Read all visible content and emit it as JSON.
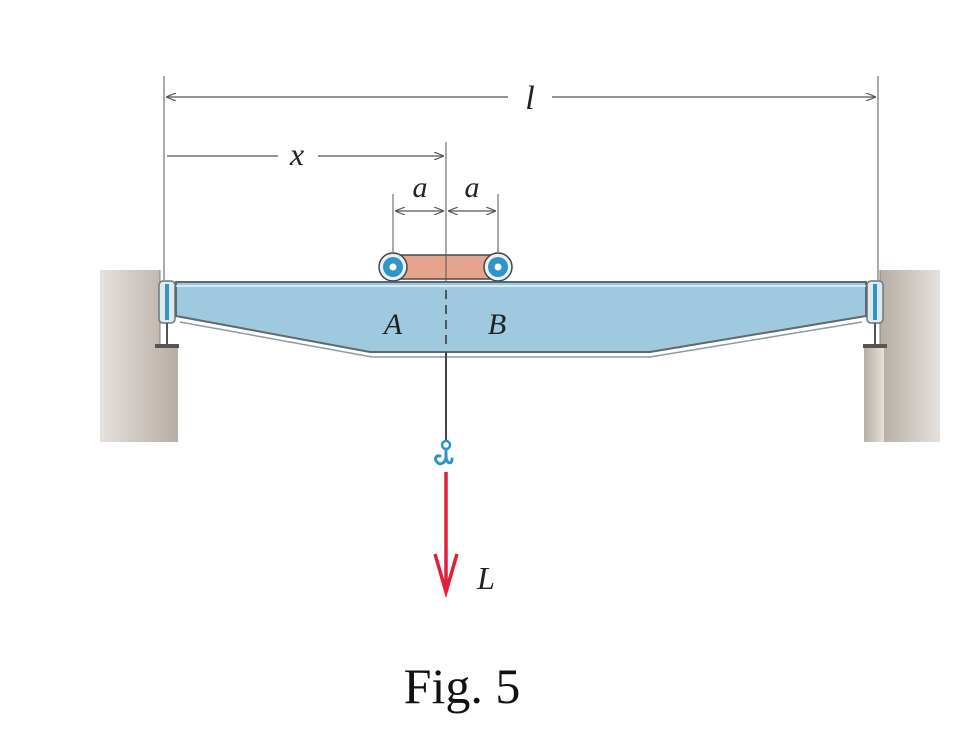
{
  "labels": {
    "span": "l",
    "position": "x",
    "half_spacing_left": "a",
    "half_spacing_right": "a",
    "wheel_a": "A",
    "wheel_b": "B",
    "load": "L"
  },
  "caption": "Fig. 5",
  "colors": {
    "girder_fill": "#9ec9df",
    "girder_edge": "#5a6a73",
    "wall_fill": "#c7bfb6",
    "trolley_link": "#e5a48d",
    "wheel_fill": "#2f95c6",
    "load_arrow": "#e0203c",
    "dimension_line": "#555555"
  },
  "icons": {
    "hook": "hook-icon",
    "load_arrow": "arrow-down-icon"
  }
}
